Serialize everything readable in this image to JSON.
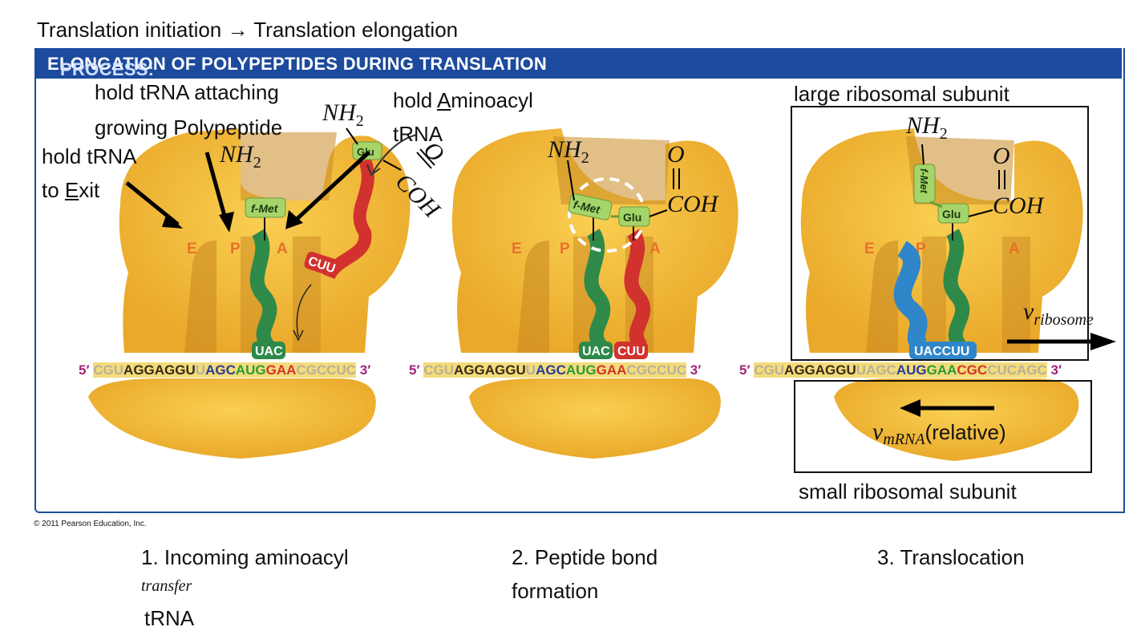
{
  "header": {
    "title": "Translation initiation → Translation elongation"
  },
  "banner": {
    "lead": "PROCESS:",
    "text": "ELONGATION OF POLYPEPTIDES DURING TRANSLATION"
  },
  "annotations": {
    "hold_exit_1": "hold tRNA",
    "hold_exit_2_pre": "to ",
    "hold_exit_2_u": "E",
    "hold_exit_2_post": "xit",
    "hold_p_1": "hold tRNA attaching",
    "hold_p_2": "growing Polypeptide",
    "hold_a_1_pre": "hold ",
    "hold_a_1_u": "A",
    "hold_a_1_post": "minoacyl",
    "hold_a_2": "tRNA",
    "large_subunit": "large ribosomal subunit",
    "small_subunit": "small ribosomal subunit",
    "v_ribosome": "v",
    "v_ribosome_sub": "ribosome",
    "v_mrna": "v",
    "v_mrna_sub": "mRNA",
    "relative": "(relative)"
  },
  "chem": {
    "nh2": "NH",
    "two": "2",
    "o": "O",
    "coh": "COH"
  },
  "sites": {
    "e": "E",
    "p": "P",
    "a": "A"
  },
  "molecules": {
    "fmet": "f-Met",
    "glu": "Glu"
  },
  "anticodons": {
    "uac": "UAC",
    "cuu": "CUU",
    "uaccuu": "UACCUU"
  },
  "mrna": {
    "five": "5′",
    "three": "3′",
    "s1": {
      "a": "CGU",
      "b": "AGGAGGU",
      "c": "U",
      "d": "AGC",
      "e": "AUG",
      "f": "GAA",
      "g": "CGCCUC"
    },
    "s3": {
      "a": "CGU",
      "b": "AGGAGGU",
      "c": "UAGC",
      "d": "AUG",
      "e": "GAA",
      "f": "CGC",
      "g": "CUCAGC"
    }
  },
  "colors": {
    "banner": "#1c4a9c",
    "ribosome": "#f3b93a",
    "ribosome_dark": "#c98a22",
    "trna_green": "#2f8a4a",
    "trna_red": "#d2322d",
    "trna_blue": "#2f86c9",
    "label_green": "#a5d46a",
    "site_orange": "#e8702a"
  },
  "footer": {
    "copyright": "© 2011 Pearson Education, Inc."
  },
  "steps": {
    "s1_a": "1. Incoming aminoacyl",
    "s1_b": "transfer",
    "s1_c": "tRNA",
    "s2_a": "2. Peptide bond",
    "s2_b": "formation",
    "s3": "3. Translocation"
  }
}
